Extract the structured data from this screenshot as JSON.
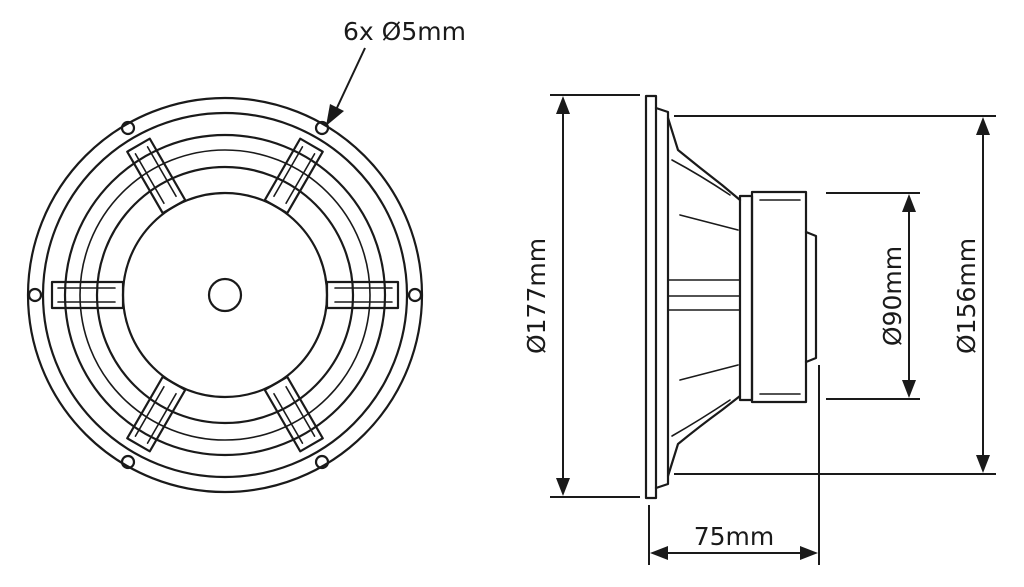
{
  "labels": {
    "holes": "6x Ø5mm",
    "outer_diameter": "Ø177mm",
    "magnet_diameter": "Ø90mm",
    "cutout_diameter": "Ø156mm",
    "depth": "75mm"
  },
  "colors": {
    "line": "#1a1a1a",
    "background": "#ffffff"
  }
}
